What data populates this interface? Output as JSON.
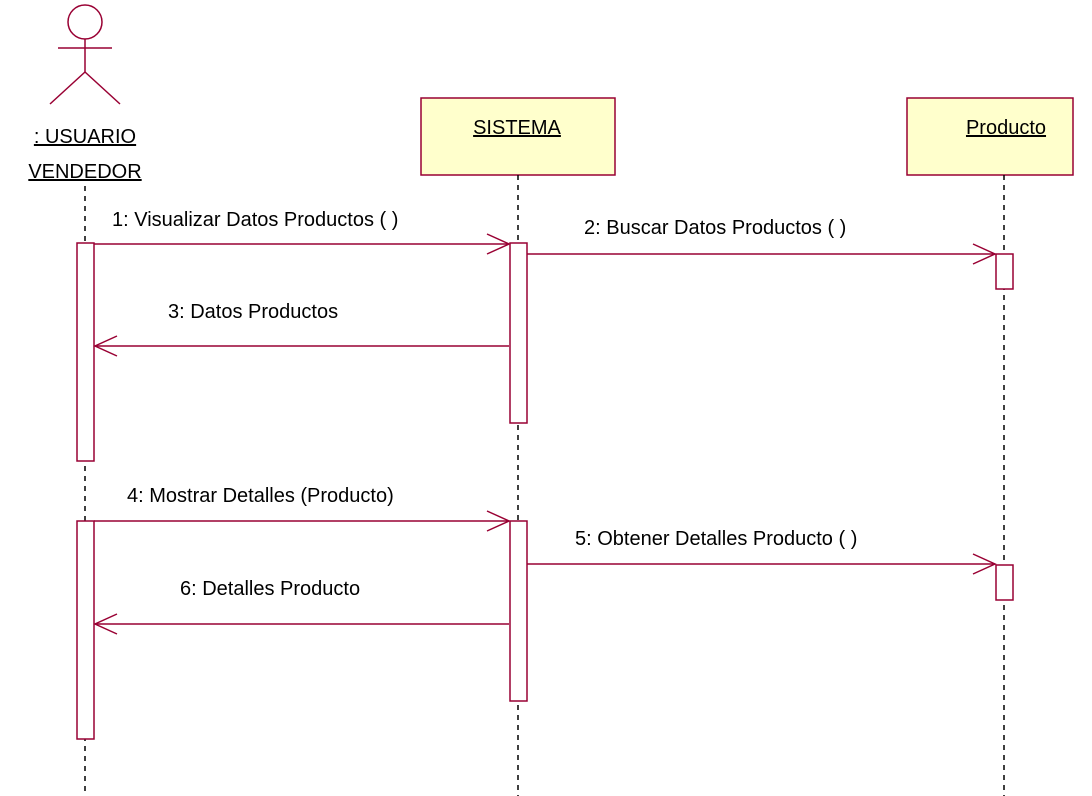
{
  "colors": {
    "line": "#990033",
    "object_fill": "#ffffcc",
    "text": "#000000",
    "background": "#ffffff"
  },
  "actor": {
    "label_line1": ": USUARIO",
    "label_line2": "VENDEDOR"
  },
  "objects": {
    "sistema": "SISTEMA",
    "producto": "Producto"
  },
  "messages": [
    {
      "label": "1: Visualizar Datos Productos ( )"
    },
    {
      "label": "2: Buscar Datos Productos ( )"
    },
    {
      "label": "3: Datos Productos"
    },
    {
      "label": "4: Mostrar Detalles (Producto)"
    },
    {
      "label": "5: Obtener Detalles Producto ( )"
    },
    {
      "label": "6: Detalles Producto"
    }
  ]
}
